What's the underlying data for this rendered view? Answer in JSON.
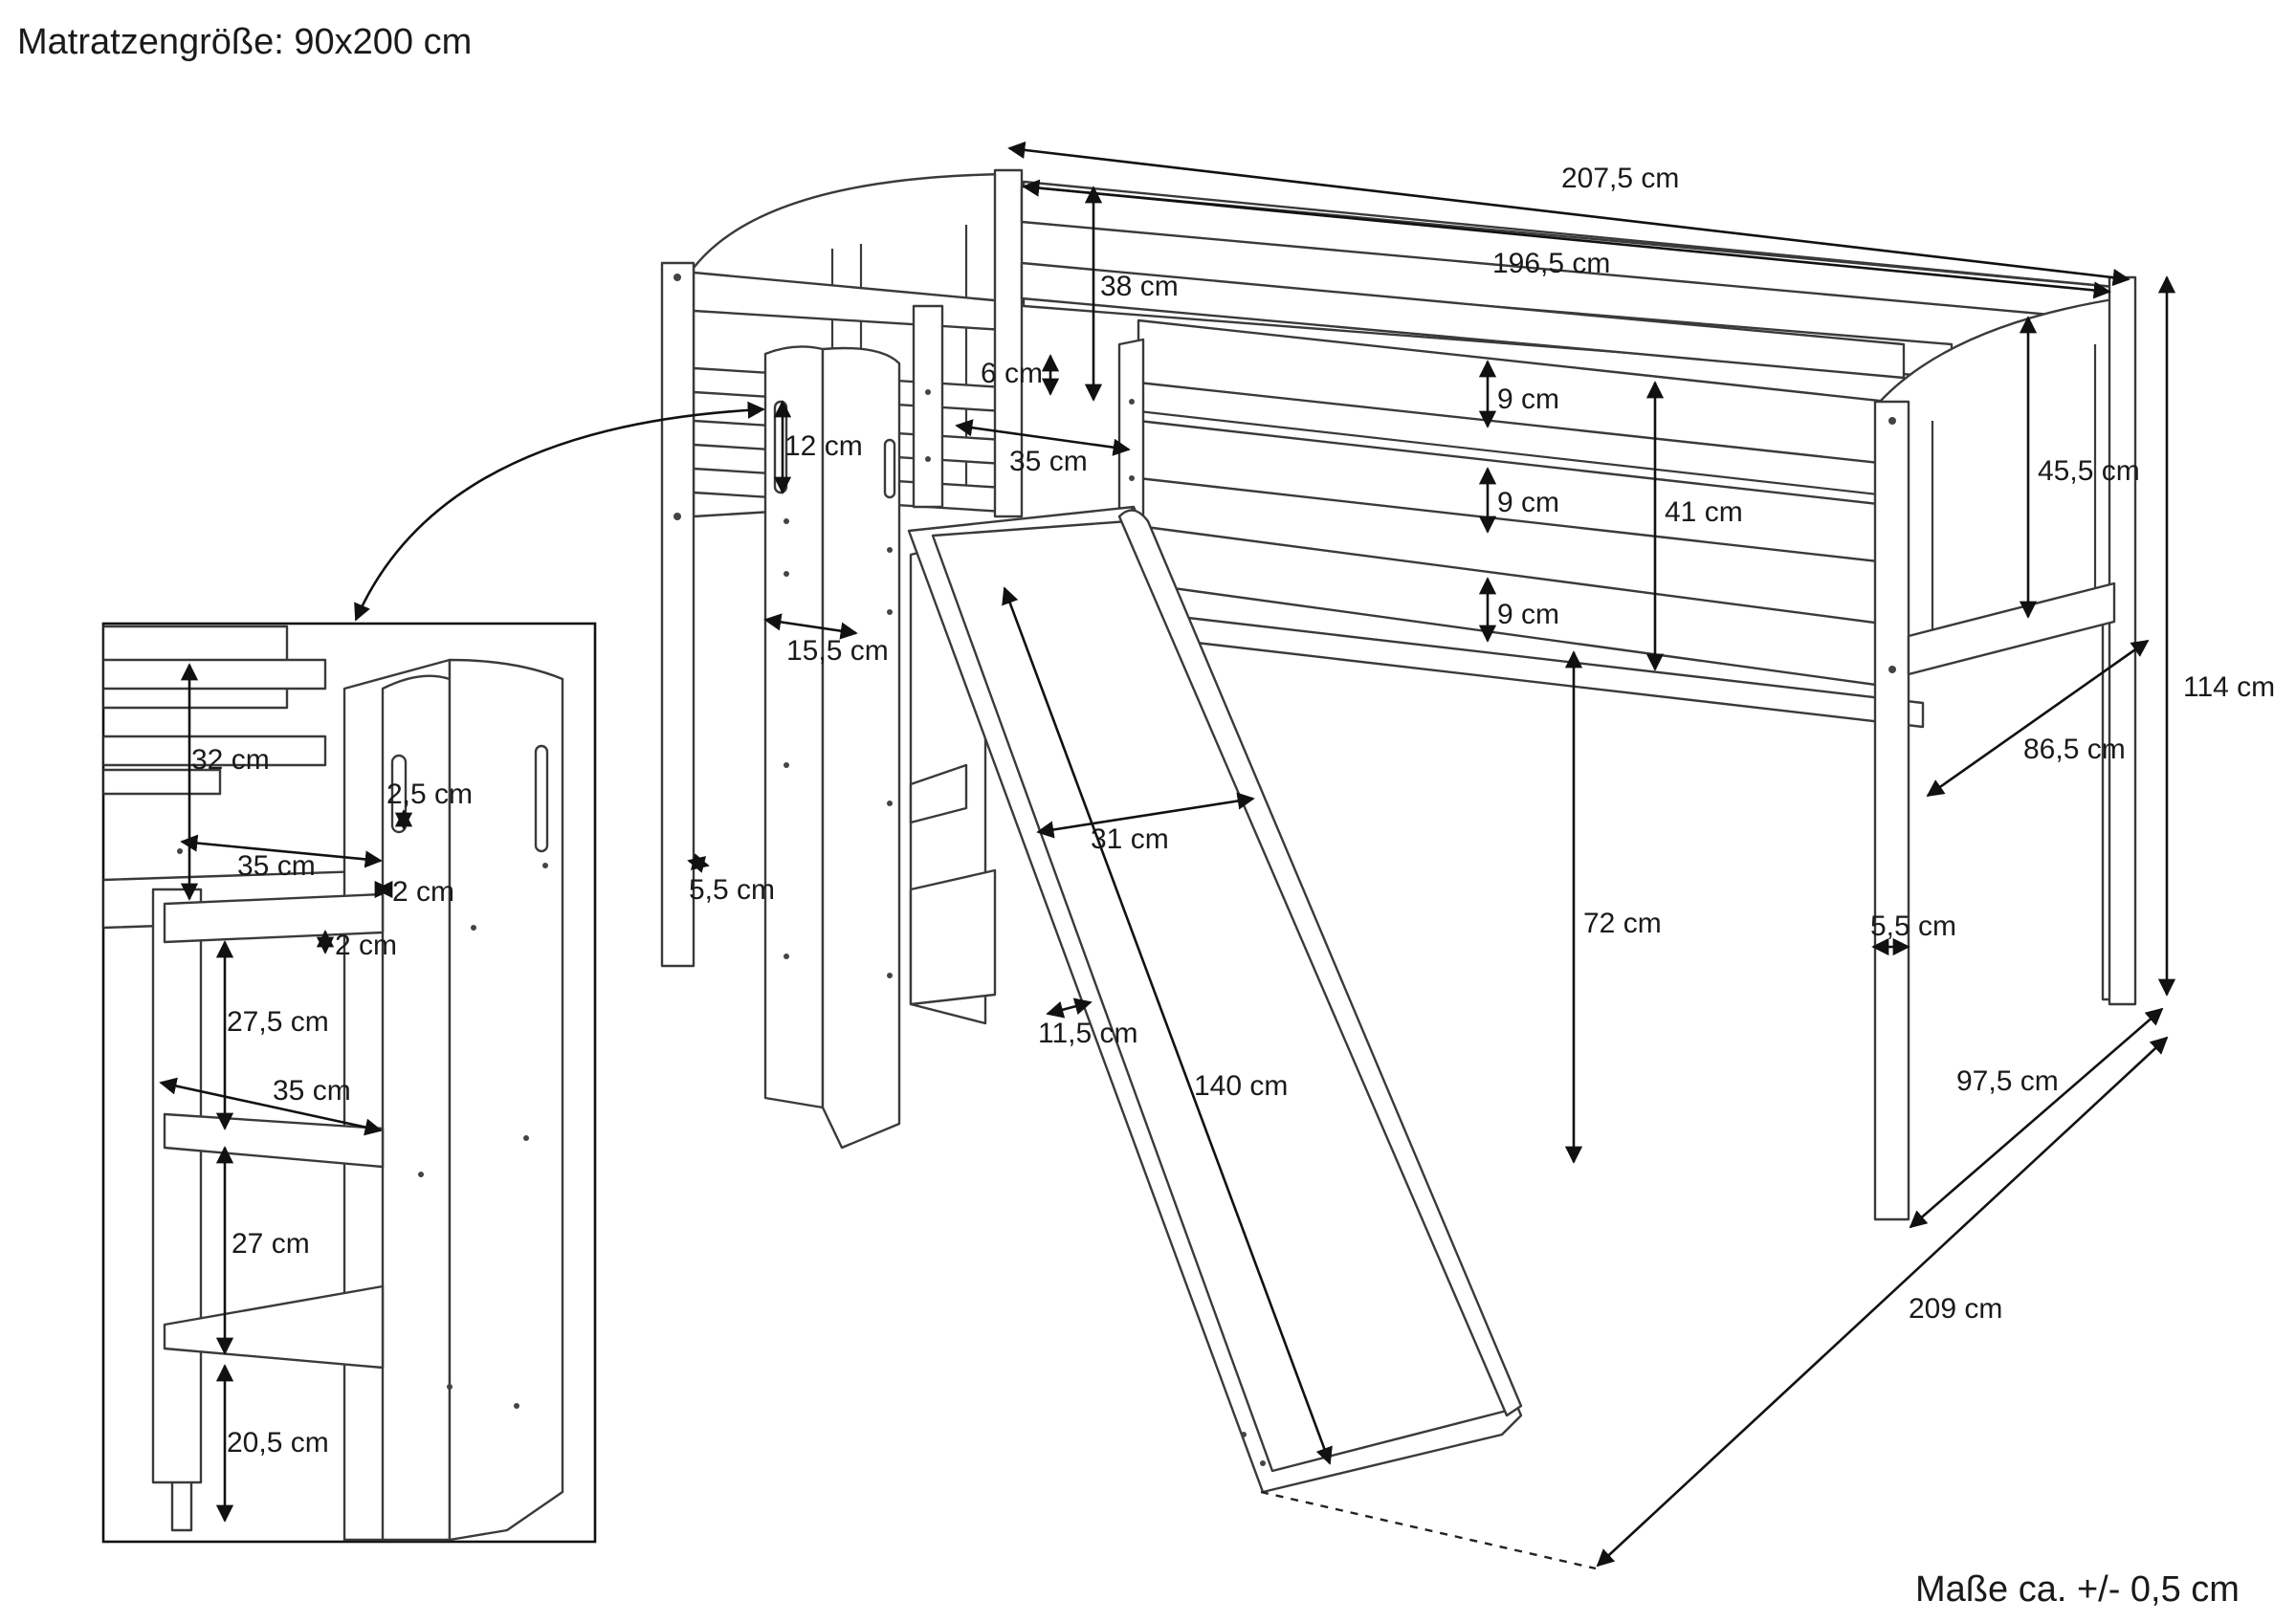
{
  "header": {
    "mattress_size": "Matratzengröße: 90x200 cm"
  },
  "footer": {
    "tolerance": "Maße ca. +/- 0,5 cm"
  },
  "main_dimensions": {
    "total_length": "207,5 cm",
    "inner_length": "196,5 cm",
    "guard_rail_height": "38 cm",
    "top_gap": "6 cm",
    "rail_1": "9 cm",
    "rail_2": "9 cm",
    "rail_3": "9 cm",
    "rail_span": "41 cm",
    "headboard": "45,5 cm",
    "total_height": "114 cm",
    "inner_width": "86,5 cm",
    "post_left": "5,5 cm",
    "post_right": "5,5 cm",
    "clearance": "72 cm",
    "outer_width": "97,5 cm",
    "total_depth": "209 cm",
    "ladder_grip": "12 cm",
    "ladder_opening": "35 cm",
    "ladder_width": "15,5 cm",
    "slide_width": "31 cm",
    "slide_length": "140 cm",
    "slide_edge": "11,5 cm"
  },
  "detail_dimensions": {
    "rail_height": "32 cm",
    "grip_width": "2,5 cm",
    "step_width_top": "35 cm",
    "side_gap": "2 cm",
    "step_thickness": "2 cm",
    "step_gap_1": "27,5 cm",
    "step_width_mid": "35 cm",
    "step_gap_2": "27 cm",
    "bottom_gap": "20,5 cm"
  }
}
